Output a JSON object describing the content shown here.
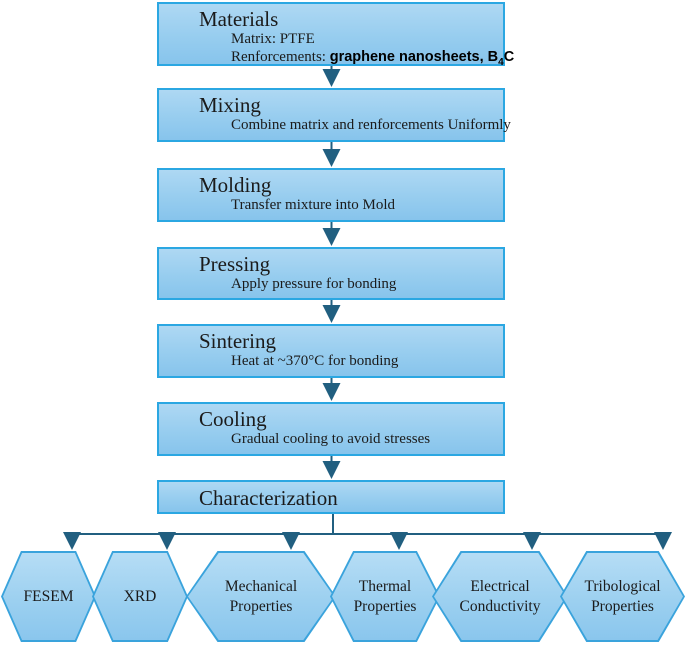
{
  "flow": {
    "steps": [
      {
        "title": "Materials",
        "line1": "Matrix: PTFE",
        "line2_label": "Renforcements: ",
        "line2_prefix": "graphene nanosheets, B",
        "line2_sub": "4",
        "line2_suffix": "C"
      },
      {
        "title": "Mixing",
        "subtitle": "Combine matrix and renforcements Uniformly"
      },
      {
        "title": "Molding",
        "subtitle": "Transfer mixture into Mold"
      },
      {
        "title": "Pressing",
        "subtitle": "Apply pressure for bonding"
      },
      {
        "title": "Sintering",
        "subtitle": "Heat at ~370°C for bonding"
      },
      {
        "title": "Cooling",
        "subtitle": "Gradual cooling to avoid stresses"
      },
      {
        "title": "Characterization"
      }
    ],
    "outputs": [
      {
        "label": "FESEM"
      },
      {
        "label": "XRD"
      },
      {
        "label": "Mechanical Properties"
      },
      {
        "label": "Thermal Properties"
      },
      {
        "label": "Electrical Conductivity"
      },
      {
        "label": "Tribological Properties"
      }
    ]
  },
  "colors": {
    "box_border": "#2ba7e2",
    "box_fill_top": "#aed8f3",
    "box_fill_bottom": "#87c4ec",
    "arrow_line": "#215f80",
    "text": "#1b1b1b"
  }
}
